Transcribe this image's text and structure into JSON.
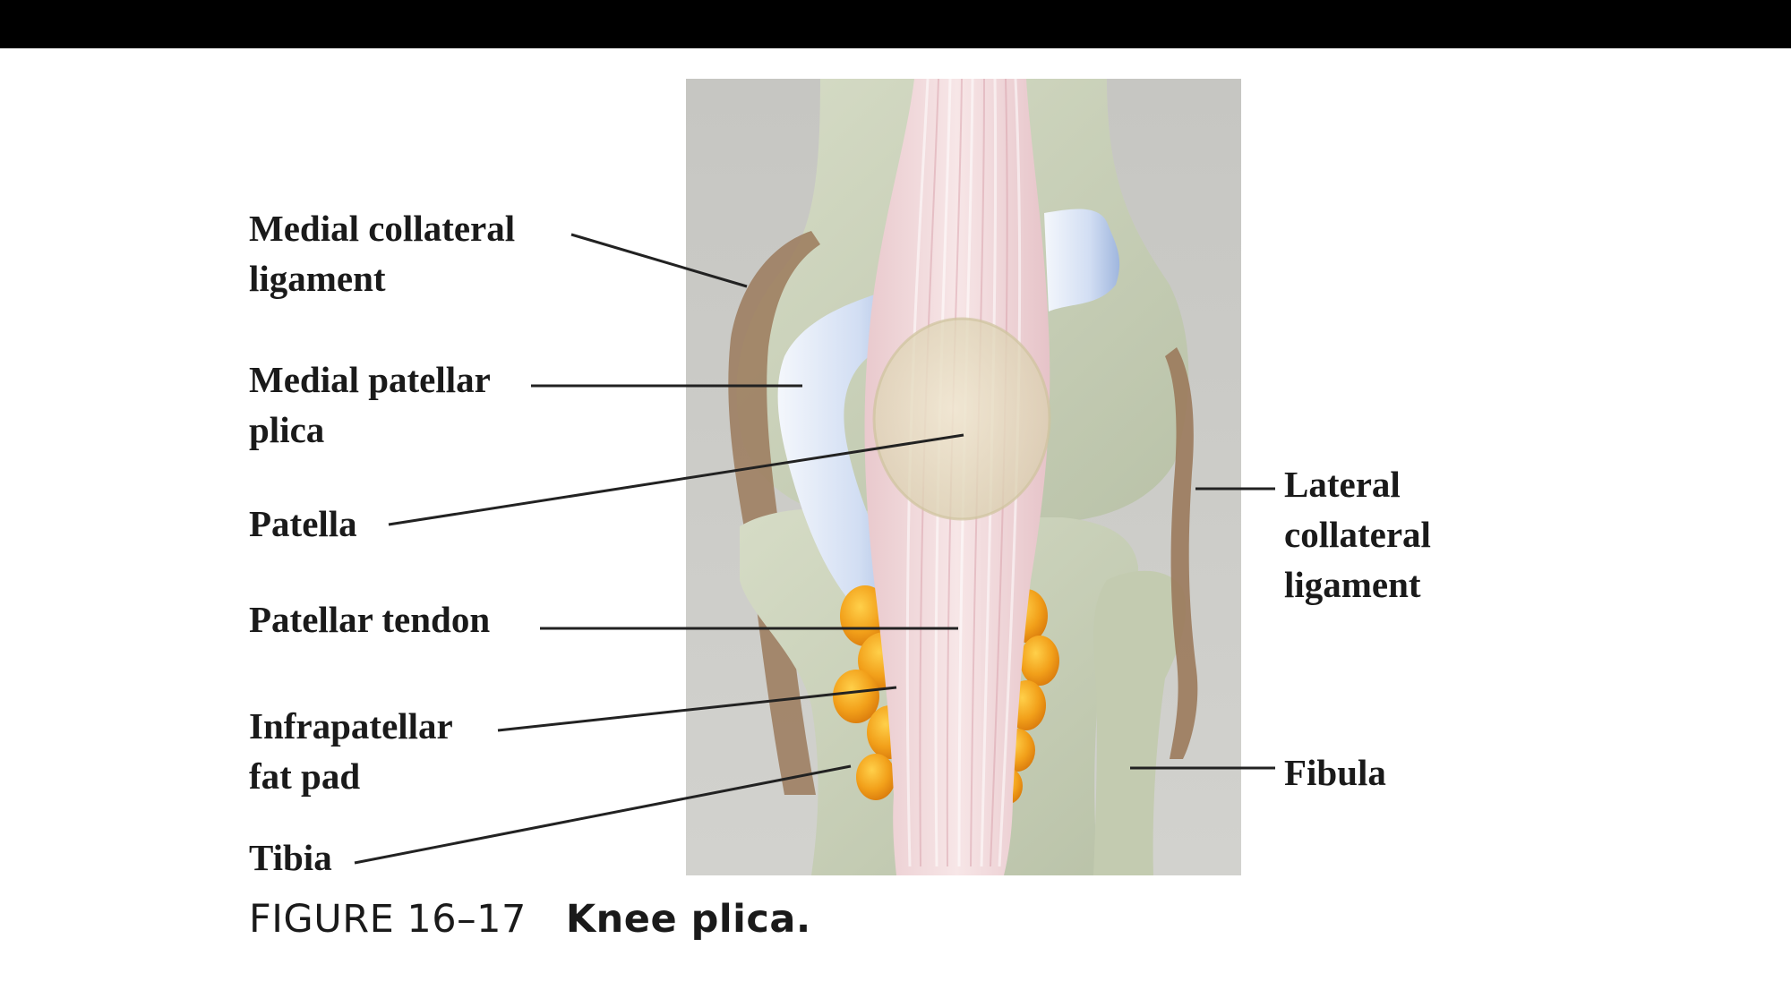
{
  "figure": {
    "number": "FIGURE 16–17",
    "title": "Knee plica."
  },
  "labels": {
    "medial_collateral_ligament": [
      "Medial collateral",
      "ligament"
    ],
    "medial_patellar_plica": [
      "Medial patellar",
      "plica"
    ],
    "patella": [
      "Patella"
    ],
    "patellar_tendon": [
      "Patellar tendon"
    ],
    "infrapatellar_fat_pad": [
      "Infrapatellar",
      "fat pad"
    ],
    "tibia": [
      "Tibia"
    ],
    "lateral_collateral_ligament": [
      "Lateral",
      "collateral",
      "ligament"
    ],
    "fibula": [
      "Fibula"
    ]
  },
  "colors": {
    "background_panel": "#cfcfcb",
    "bone": "#c9d1b8",
    "ligament_brown": "#9b7a5c",
    "plica_blue": "#dfe8f6",
    "tendon_pink": "#f1d7d9",
    "fat_pad_orange": "#f0a21c",
    "leader_line": "#222222"
  }
}
